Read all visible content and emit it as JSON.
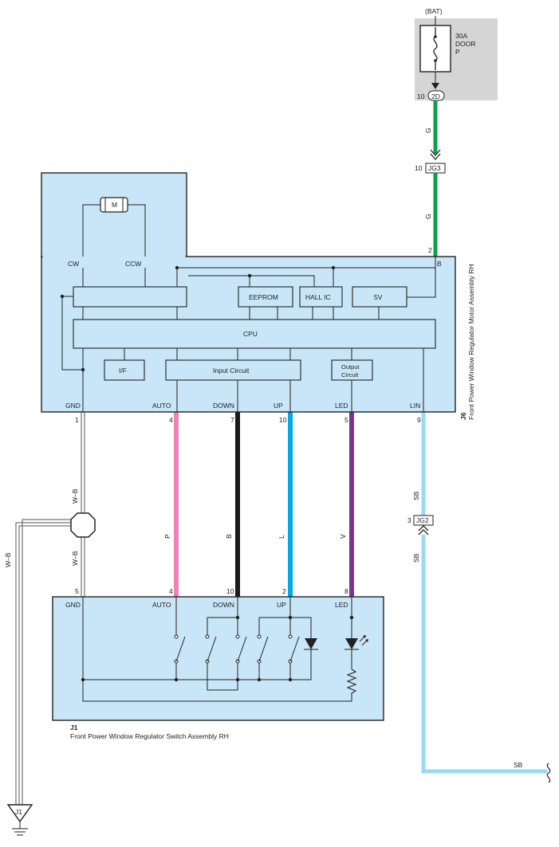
{
  "power": {
    "source_label": "(BAT)",
    "fuse_rating": "30A",
    "fuse_name_1": "DOOR",
    "fuse_name_2": "P",
    "fuse_pin": "10",
    "fuse_connector": "2D"
  },
  "junctions": {
    "jg3_pin": "10",
    "jg3_label": "JG3",
    "jg2_pin": "3",
    "jg2_label": "JG2"
  },
  "motor_assembly": {
    "connector_id": "J6",
    "title": "Front Power Window Regulator Motor Assembly RH",
    "motor_label": "M",
    "cw_label": "CW",
    "ccw_label": "CCW",
    "b_pin": "2",
    "b_label": "B",
    "blocks": {
      "eeprom": "EEPROM",
      "hall_ic": "HALL IC",
      "five_v": "5V",
      "cpu": "CPU",
      "if": "I/F",
      "input_circuit": "Input Circuit",
      "output_circuit_1": "Output",
      "output_circuit_2": "Circuit"
    },
    "terminals": [
      {
        "label": "GND",
        "pin": "1"
      },
      {
        "label": "AUTO",
        "pin": "4"
      },
      {
        "label": "DOWN",
        "pin": "7"
      },
      {
        "label": "UP",
        "pin": "10"
      },
      {
        "label": "LED",
        "pin": "5"
      },
      {
        "label": "LIN",
        "pin": "9"
      }
    ]
  },
  "switch_assembly": {
    "connector_id": "J1",
    "title": "Front Power Window Regulator Switch Assembly RH",
    "terminals": [
      {
        "label": "GND",
        "pin": "5"
      },
      {
        "label": "AUTO",
        "pin": "4"
      },
      {
        "label": "DOWN",
        "pin": "10"
      },
      {
        "label": "UP",
        "pin": "2"
      },
      {
        "label": "LED",
        "pin": "8"
      }
    ]
  },
  "wires": {
    "g_upper": "G",
    "g_lower": "G",
    "wb_upper": "W–B",
    "wb_lower": "W–B",
    "wb_ground": "W–B",
    "auto": "P",
    "down": "B",
    "up": "L",
    "led": "V",
    "sb_upper": "SB",
    "sb_lower": "SB",
    "sb_exit": "SB"
  },
  "ground": {
    "label": "J1"
  },
  "colors": {
    "green": "#0f9e4b",
    "pink": "#ee82b4",
    "black": "#1a1a1a",
    "blue": "#00a8e8",
    "violet": "#7a3394",
    "light_blue": "#9ad9f5",
    "box_fill": "#c8e6f7",
    "gray_fill": "#d5d5d5"
  }
}
